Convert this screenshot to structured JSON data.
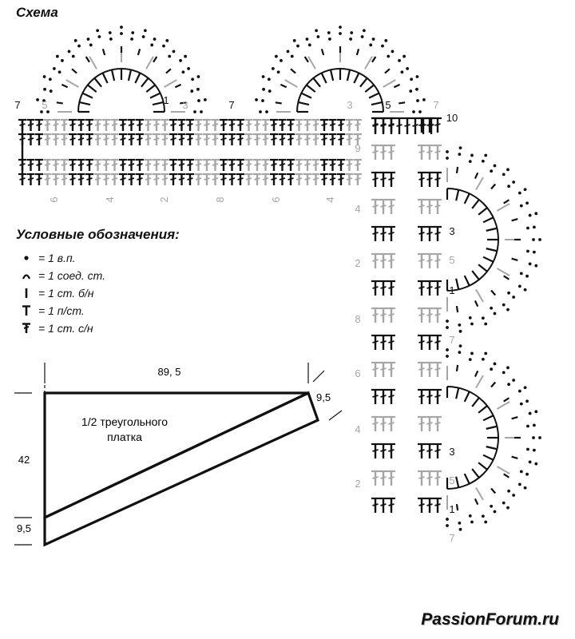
{
  "title": "Схема",
  "legend": {
    "title": "Условные обозначения:",
    "items": [
      {
        "icon": "dot-icon",
        "text": "= 1 в.п."
      },
      {
        "icon": "arc-icon",
        "text": "= 1 соед. ст."
      },
      {
        "icon": "bar-icon",
        "text": "= 1 ст. б/н"
      },
      {
        "icon": "t-icon",
        "text": "= 1 п/ст."
      },
      {
        "icon": "cross-icon",
        "text": "= 1 ст. с/н"
      }
    ]
  },
  "chart_top": {
    "lower_row_labels": [
      "6",
      "4",
      "2",
      "8",
      "6",
      "4"
    ],
    "side_labels": [
      "7",
      "5",
      "1",
      "3",
      "7",
      "3",
      "5",
      "7"
    ]
  },
  "chart_side": {
    "row_labels": [
      "9",
      "4",
      "2",
      "8",
      "6",
      "4",
      "2"
    ],
    "corner_label": "10",
    "scallop_labels": [
      "3",
      "5",
      "1",
      "7",
      "3",
      "5",
      "1",
      "7"
    ]
  },
  "shape": {
    "top_width": "89, 5",
    "height": "42",
    "band_side": "9,5",
    "band_bottom": "9,5",
    "caption_line1": "1/2 треугольного",
    "caption_line2": "платка"
  },
  "watermark": "PassionForum.ru",
  "colors": {
    "dark": "#111111",
    "gray": "#a6a6a6"
  }
}
